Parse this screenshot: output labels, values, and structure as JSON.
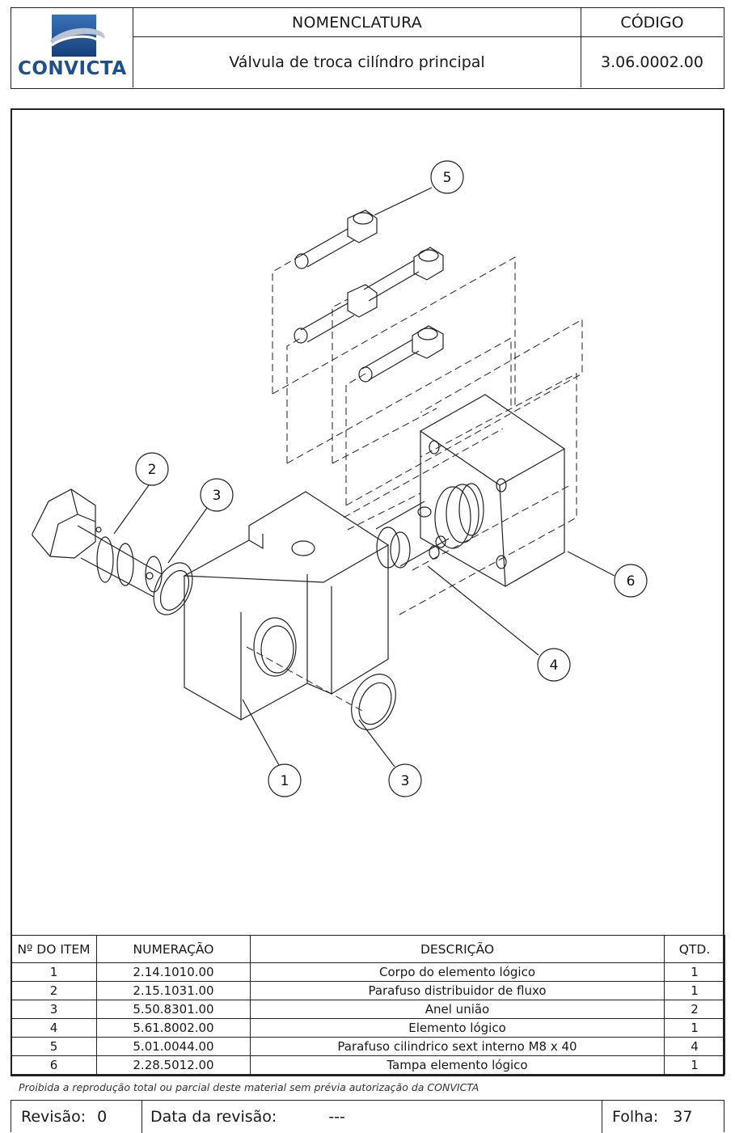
{
  "header": {
    "logo_text": "CONVICTA",
    "nomenclatura_label": "NOMENCLATURA",
    "codigo_label": "CÓDIGO",
    "nomenclatura_value": "Válvula de troca cilíndro principal",
    "codigo_value": "3.06.0002.00"
  },
  "drawing": {
    "balloons": [
      "5",
      "2",
      "3",
      "6",
      "4",
      "1",
      "3"
    ]
  },
  "bom": {
    "headers": [
      "Nº DO ITEM",
      "NUMERAÇÃO",
      "DESCRIÇÃO",
      "QTD."
    ],
    "rows": [
      [
        "1",
        "2.14.1010.00",
        "Corpo do elemento lógico",
        "1"
      ],
      [
        "2",
        "2.15.1031.00",
        "Parafuso distribuidor de fluxo",
        "1"
      ],
      [
        "3",
        "5.50.8301.00",
        "Anel união",
        "2"
      ],
      [
        "4",
        "5.61.8002.00",
        "Elemento lógico",
        "1"
      ],
      [
        "5",
        "5.01.0044.00",
        "Parafuso cilindrico sext interno M8 x 40",
        "4"
      ],
      [
        "6",
        "2.28.5012.00",
        "Tampa elemento lógico",
        "1"
      ]
    ]
  },
  "notice": "Proibida a reprodução total ou parcial deste material sem prévia autorização da CONVICTA",
  "footer": {
    "revisao_label": "Revisão:",
    "revisao_value": "0",
    "data_label": "Data da revisão:",
    "data_value": "---",
    "folha_label": "Folha:",
    "folha_value": "37"
  },
  "colors": {
    "logo_blue": "#1d4f91",
    "line": "#222222"
  }
}
